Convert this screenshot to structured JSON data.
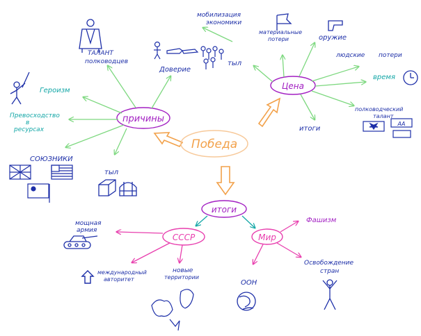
{
  "colors": {
    "ink_blue": "#1d2fa8",
    "ink_teal": "#14a7a7",
    "ink_purple": "#a21fc2",
    "ink_orange": "#f2a14a",
    "ink_pink": "#e83fae",
    "ink_green": "#7dd87f",
    "ink_black": "#111111",
    "ink_red": "#cc2020"
  },
  "center": {
    "label": "Победа"
  },
  "causes": {
    "label": "причины",
    "items": {
      "talent": [
        "ТАЛАНТ",
        "полководцев"
      ],
      "trust": "Доверие",
      "heroism": "Героизм",
      "resources": [
        "Превосходство",
        "в",
        "ресурсах"
      ],
      "allies": "СОЮЗНИКИ",
      "rear": "тыл"
    }
  },
  "cost": {
    "label": "Цена",
    "items": {
      "mobilization": [
        "мобилизация",
        "экономики"
      ],
      "rear": "тыл",
      "material": [
        "материальные",
        "потери"
      ],
      "weapons": "оружие",
      "human": [
        "людские",
        "потери"
      ],
      "time": "время",
      "command": [
        "полководческий",
        "талант"
      ],
      "results": "итоги"
    }
  },
  "results": {
    "label": "итоги",
    "ussr": {
      "label": "СССР",
      "items": {
        "army": [
          "мощная",
          "армия"
        ],
        "authority": [
          "международный",
          "авторитет"
        ],
        "territories": [
          "новые",
          "территории"
        ]
      }
    },
    "world": {
      "label": "Мир",
      "items": {
        "fascism": "Фашизм",
        "liberation": [
          "Освобождение",
          "стран"
        ],
        "un": "ООН"
      }
    }
  },
  "icons": [
    "general-figure-icon",
    "soldier-figure-icon",
    "people-group-icon",
    "flag-icon",
    "pistol-icon",
    "clock-icon",
    "tanks-icon",
    "uk-flag-icon",
    "us-flag-icon",
    "soviet-flag-icon",
    "box-icon",
    "hat-icon",
    "tank-icon",
    "arrow-up-icon",
    "map-icon",
    "globe-icon",
    "liberated-figure-icon"
  ]
}
